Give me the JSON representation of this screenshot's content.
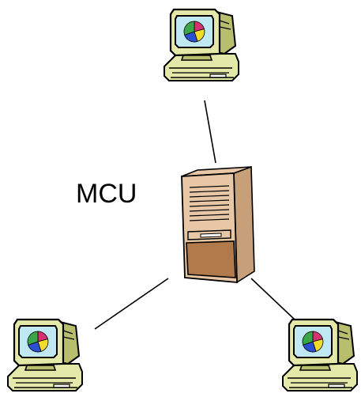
{
  "diagram": {
    "type": "star-network",
    "center": {
      "label": "MCU",
      "icon": "server-tower-icon"
    },
    "nodes": [
      {
        "icon": "computer-terminal-icon",
        "position": "top"
      },
      {
        "icon": "computer-terminal-icon",
        "position": "bottom-left"
      },
      {
        "icon": "computer-terminal-icon",
        "position": "bottom-right"
      }
    ],
    "colors": {
      "terminal_body": "#e4e9a9",
      "terminal_shadow": "#b9bd6e",
      "screen_bg": "#bfe8f2",
      "pie_red": "#d8316f",
      "pie_yellow": "#f2dc2a",
      "pie_blue": "#2b4fd1",
      "pie_green": "#3aa648",
      "tower_body": "#e7c7a6",
      "tower_side": "#c79f78",
      "tower_drawer": "#b07a4a",
      "line": "#000000"
    }
  }
}
